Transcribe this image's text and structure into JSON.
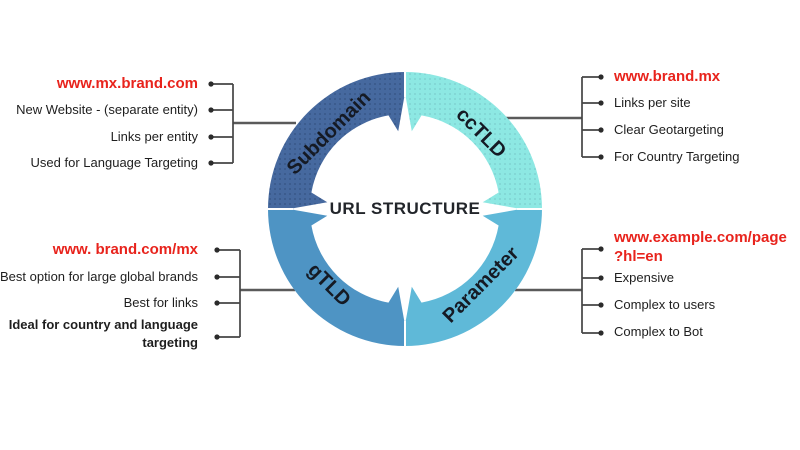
{
  "colors": {
    "accent_red": "#E8231C",
    "connector_line": "#4A4A4A",
    "segment_text": "#151A24"
  },
  "wheel": {
    "center_label": "URL STRUCTURE",
    "segments": [
      {
        "label": "Subdomain",
        "color": "#46699F"
      },
      {
        "label": "ccTLD",
        "color": "#8DE8E3"
      },
      {
        "label": "gTLD",
        "color": "#4E94C4"
      },
      {
        "label": "Parameter",
        "color": "#5FB9D8"
      }
    ]
  },
  "groups": {
    "subdomain": {
      "url": "www.mx.brand.com",
      "items": [
        "New Website - (separate entity)",
        "Links per entity",
        "Used for Language Targeting"
      ]
    },
    "cctld": {
      "url": "www.brand.mx",
      "items": [
        "Links per site",
        "Clear Geotargeting",
        "For Country Targeting"
      ]
    },
    "gtld": {
      "url": "www. brand.com/mx",
      "items": [
        "Best option for large global brands",
        "Best for links",
        "Ideal for country and language targeting"
      ]
    },
    "parameter": {
      "url_line1": "www.example.com/page",
      "url_line2": "?hl=en",
      "items": [
        "Expensive",
        "Complex to users",
        "Complex to Bot"
      ]
    }
  }
}
